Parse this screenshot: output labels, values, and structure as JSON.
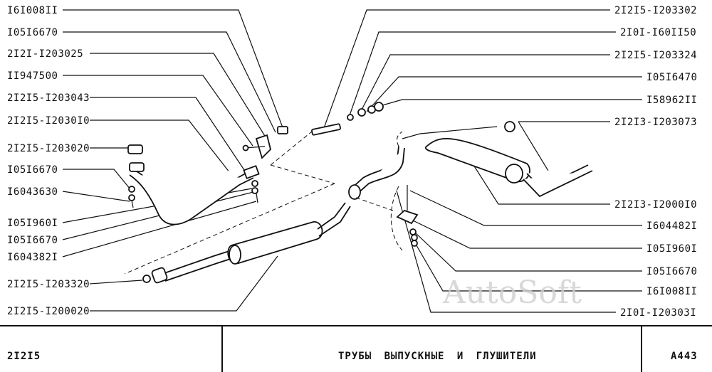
{
  "callouts_left": [
    "I6I008II",
    "I05I6670",
    "2I2I-I203025",
    "II947500",
    "2I2I5-I203043",
    "2I2I5-I2030I0",
    "2I2I5-I203020",
    "I05I6670",
    "I6043630",
    "I05I960I",
    "I05I6670",
    "I604382I",
    "2I2I5-I203320",
    "2I2I5-I200020"
  ],
  "callouts_right": [
    "2I2I5-I203302",
    "2I0I-I60II50",
    "2I2I5-I203324",
    "I05I6470",
    "I58962II",
    "2I2I3-I203073",
    "2I2I3-I2000I0",
    "I604482I",
    "I05I960I",
    "I05I6670",
    "I6I008II",
    "2I0I-I20303I"
  ],
  "watermark": "AutoSoft",
  "title_block": {
    "model": "2I2I5",
    "title": "ТРУБЫ ВЫПУСКНЫЕ И ГЛУШИТЕЛИ",
    "sheet": "А443"
  }
}
